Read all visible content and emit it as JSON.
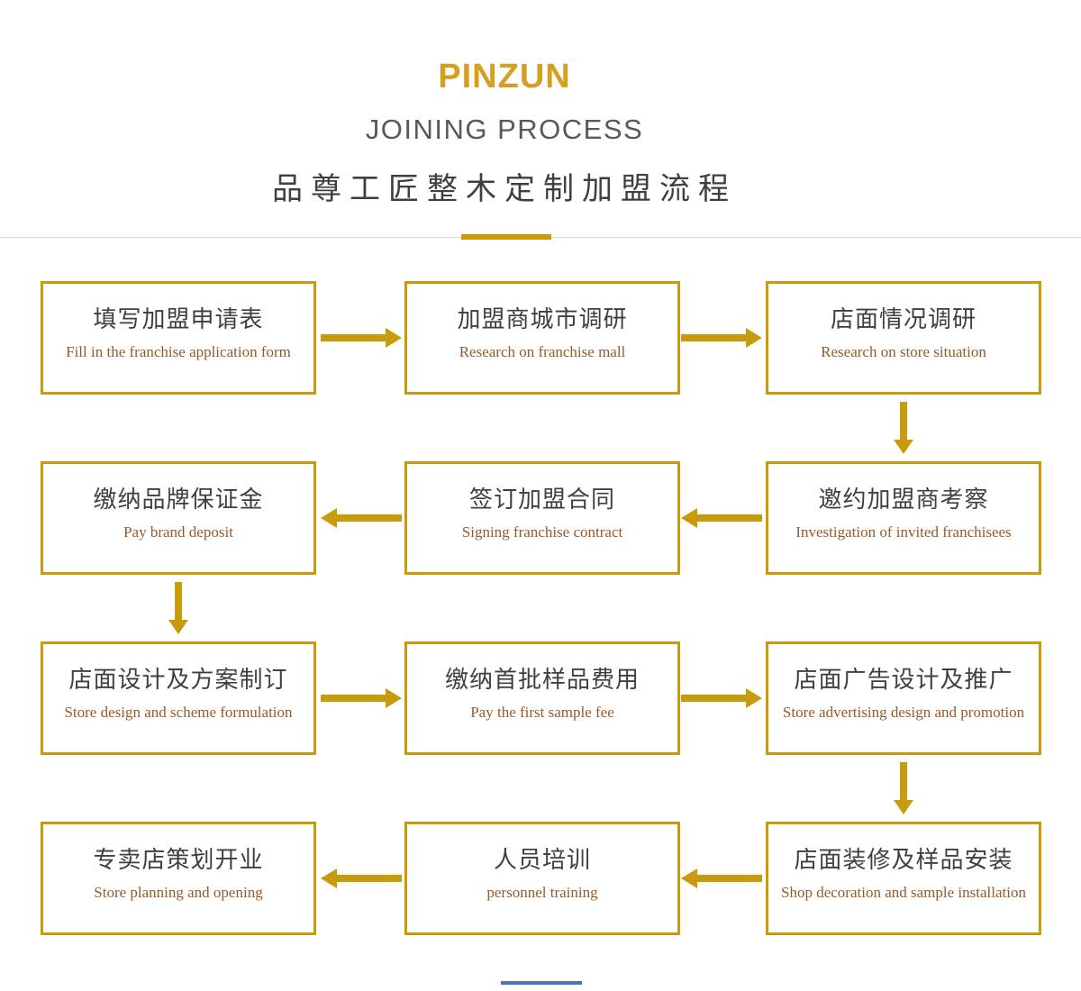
{
  "header": {
    "brand": "PINZUN",
    "title_en": "JOINING PROCESS",
    "title_zh": "品尊工匠整木定制加盟流程"
  },
  "colors": {
    "gold": "#C79B0B",
    "brand_gold": "#D5A021",
    "title_gray": "#595959",
    "text_dark": "#3f3f3f",
    "subtitle_brown": "#955A2C",
    "divider_gray": "#dcdcdc",
    "bottom_line_blue": "#4A73C2"
  },
  "steps": [
    {
      "title": "填写加盟申请表",
      "subtitle": "Fill in the franchise application form"
    },
    {
      "title": "加盟商城市调研",
      "subtitle": "Research on franchise mall"
    },
    {
      "title": "店面情况调研",
      "subtitle": "Research on store situation"
    },
    {
      "title": "邀约加盟商考察",
      "subtitle": "Investigation of invited franchisees"
    },
    {
      "title": "签订加盟合同",
      "subtitle": "Signing franchise contract"
    },
    {
      "title": "缴纳品牌保证金",
      "subtitle": "Pay brand deposit"
    },
    {
      "title": "店面设计及方案制订",
      "subtitle": "Store design and scheme formulation"
    },
    {
      "title": "缴纳首批样品费用",
      "subtitle": "Pay the first sample fee"
    },
    {
      "title": "店面广告设计及推广",
      "subtitle": "Store advertising design and promotion"
    },
    {
      "title": "店面装修及样品安装",
      "subtitle": "Shop decoration and sample installation"
    },
    {
      "title": "人员培训",
      "subtitle": "personnel training"
    },
    {
      "title": "专卖店策划开业",
      "subtitle": "Store planning and opening"
    }
  ],
  "flow": {
    "pattern": "serpentine",
    "connections": [
      {
        "from": 0,
        "to": 1,
        "dir": "right"
      },
      {
        "from": 1,
        "to": 2,
        "dir": "right"
      },
      {
        "from": 2,
        "to": 3,
        "dir": "down"
      },
      {
        "from": 3,
        "to": 4,
        "dir": "left"
      },
      {
        "from": 4,
        "to": 5,
        "dir": "left"
      },
      {
        "from": 5,
        "to": 6,
        "dir": "down"
      },
      {
        "from": 6,
        "to": 7,
        "dir": "right"
      },
      {
        "from": 7,
        "to": 8,
        "dir": "right"
      },
      {
        "from": 8,
        "to": 9,
        "dir": "down"
      },
      {
        "from": 9,
        "to": 10,
        "dir": "left"
      },
      {
        "from": 10,
        "to": 11,
        "dir": "left"
      }
    ]
  }
}
